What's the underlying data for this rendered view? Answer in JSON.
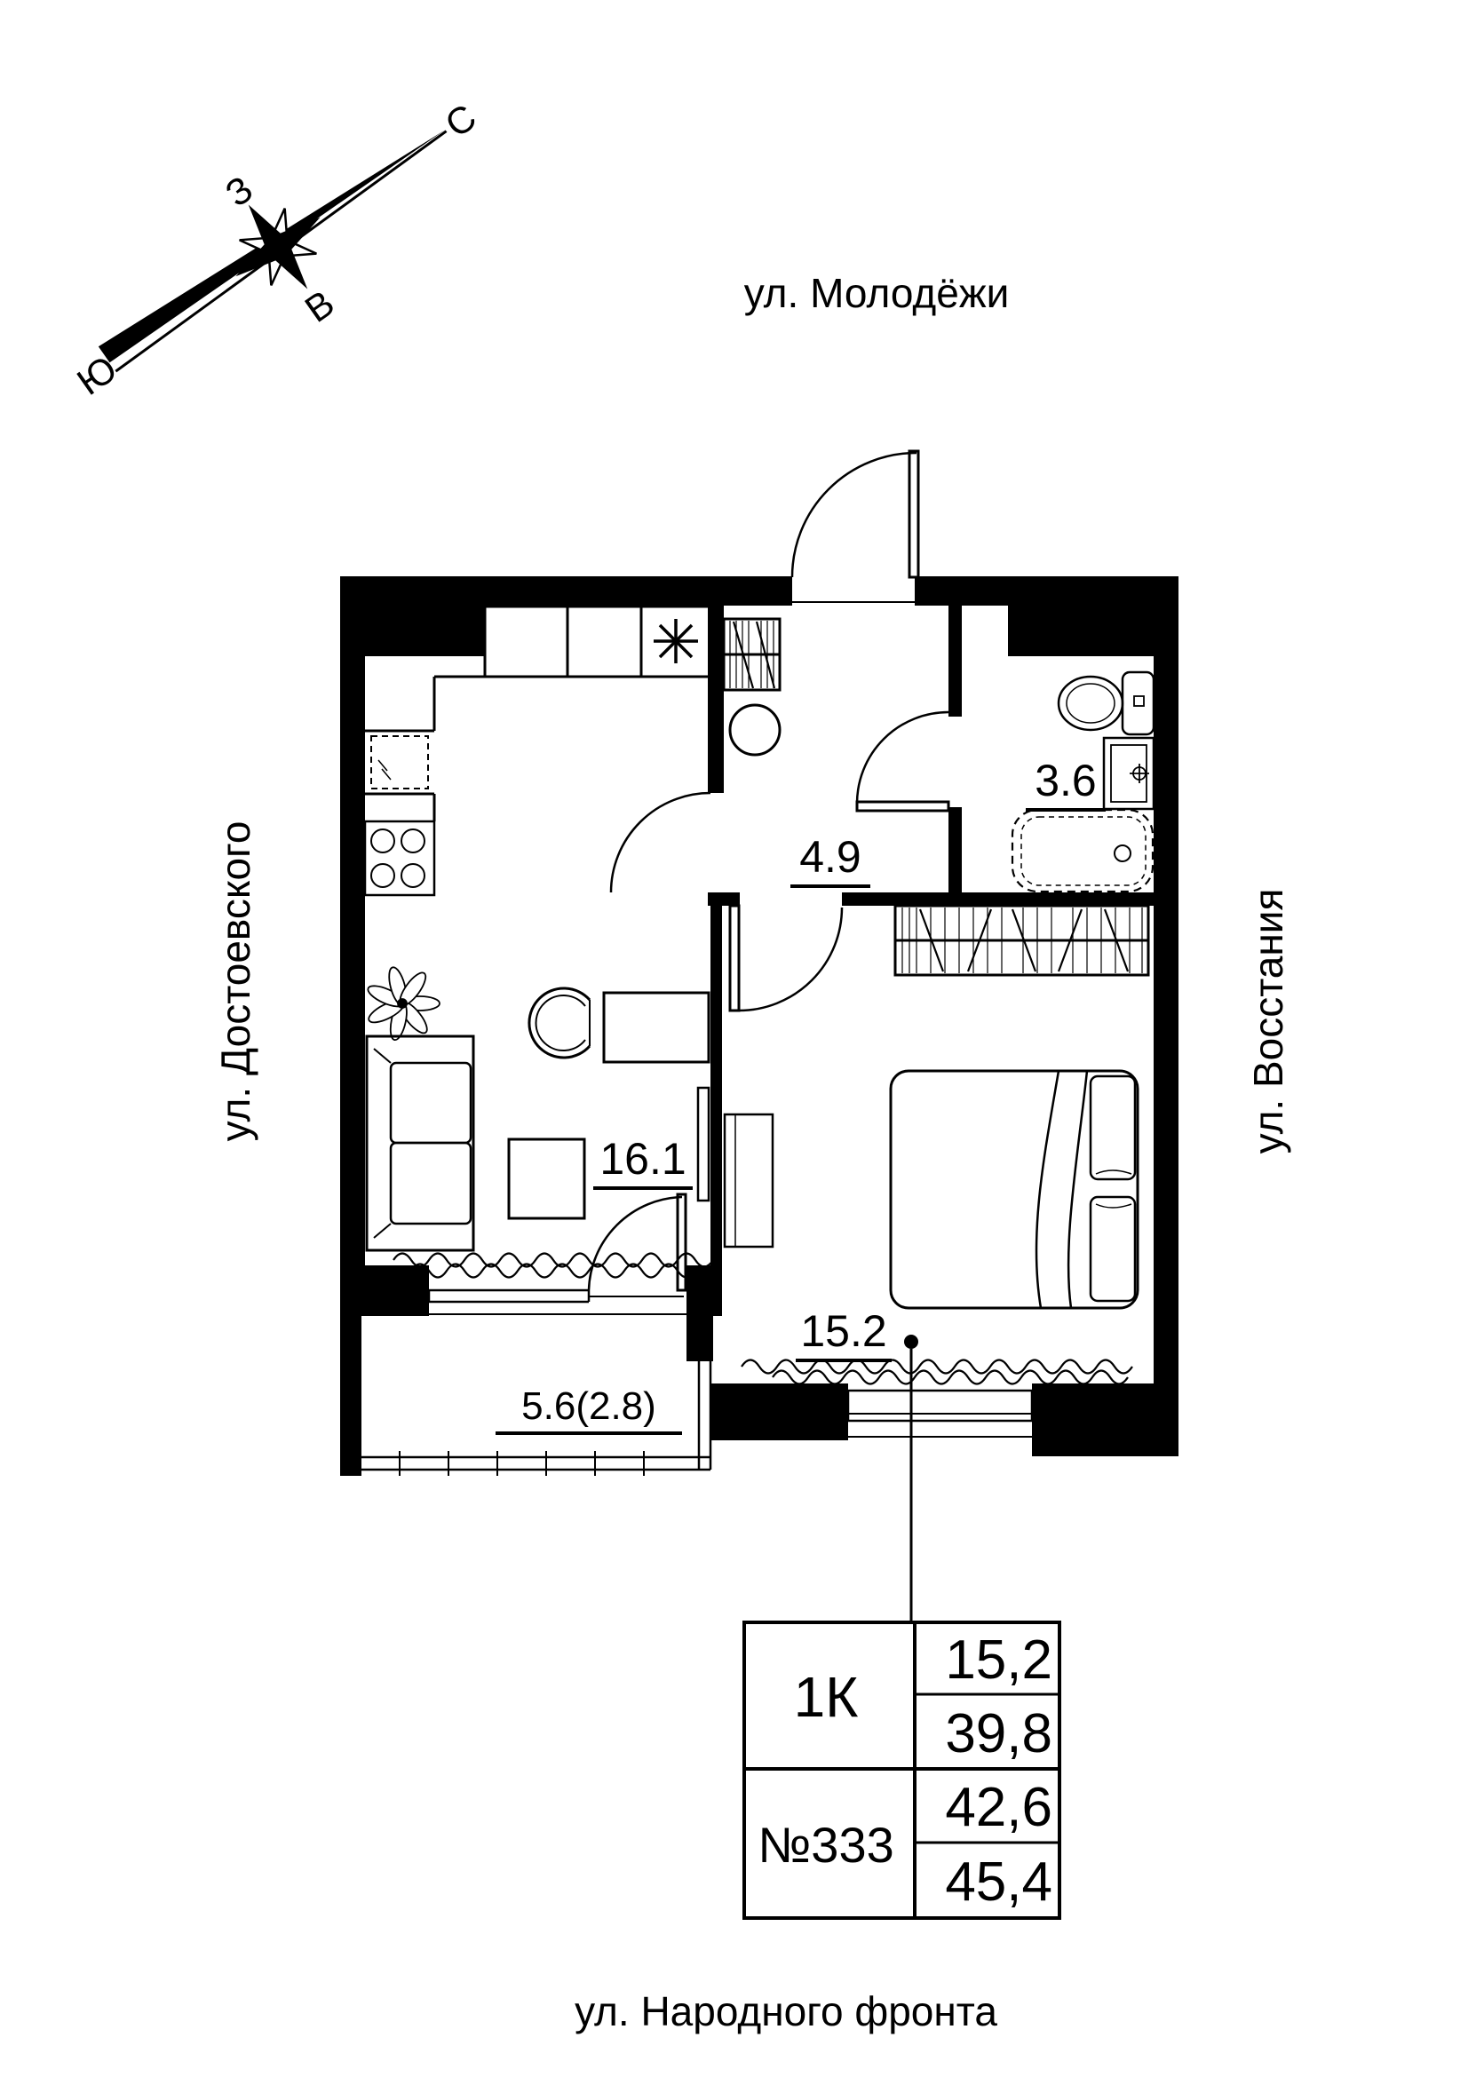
{
  "compass": {
    "north": "С",
    "east": "В",
    "south": "Ю",
    "west": "З"
  },
  "streets": {
    "top": "ул. Молодёжи",
    "left": "ул. Достоевского",
    "right": "ул. Восстания",
    "bottom": "ул. Народного фронта"
  },
  "rooms": {
    "kitchen_living": "16.1",
    "hall": "4.9",
    "bathroom": "3.6",
    "bedroom": "15.2",
    "balcony": "5.6(2.8)"
  },
  "info_table": {
    "type": "1К",
    "number": "№333",
    "living_area": "15,2",
    "area_main": "39,8",
    "area_reduced_balcony": "42,6",
    "area_full": "45,4"
  },
  "colors": {
    "ink": "#000000",
    "paper": "#ffffff"
  }
}
